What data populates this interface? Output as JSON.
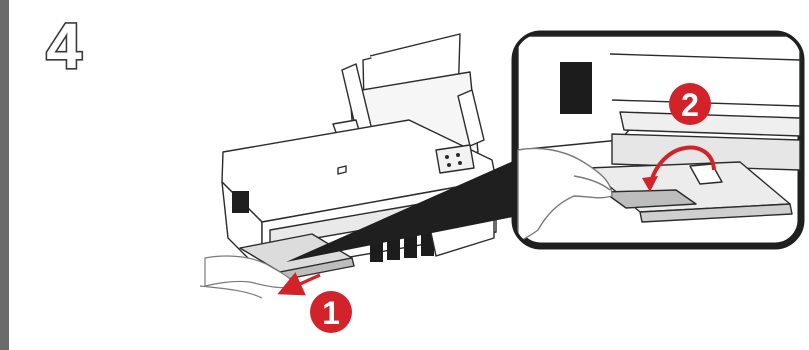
{
  "step": {
    "number": "4"
  },
  "callouts": {
    "pull_out": "1",
    "flip_over": "2"
  },
  "colors": {
    "accent_red": "#d2232a",
    "line_gray": "#2b2b2b",
    "printer_fill": "#ffffff",
    "shadow_gray": "#bdbdbd",
    "sidebar_gray": "#6b6b6b"
  }
}
